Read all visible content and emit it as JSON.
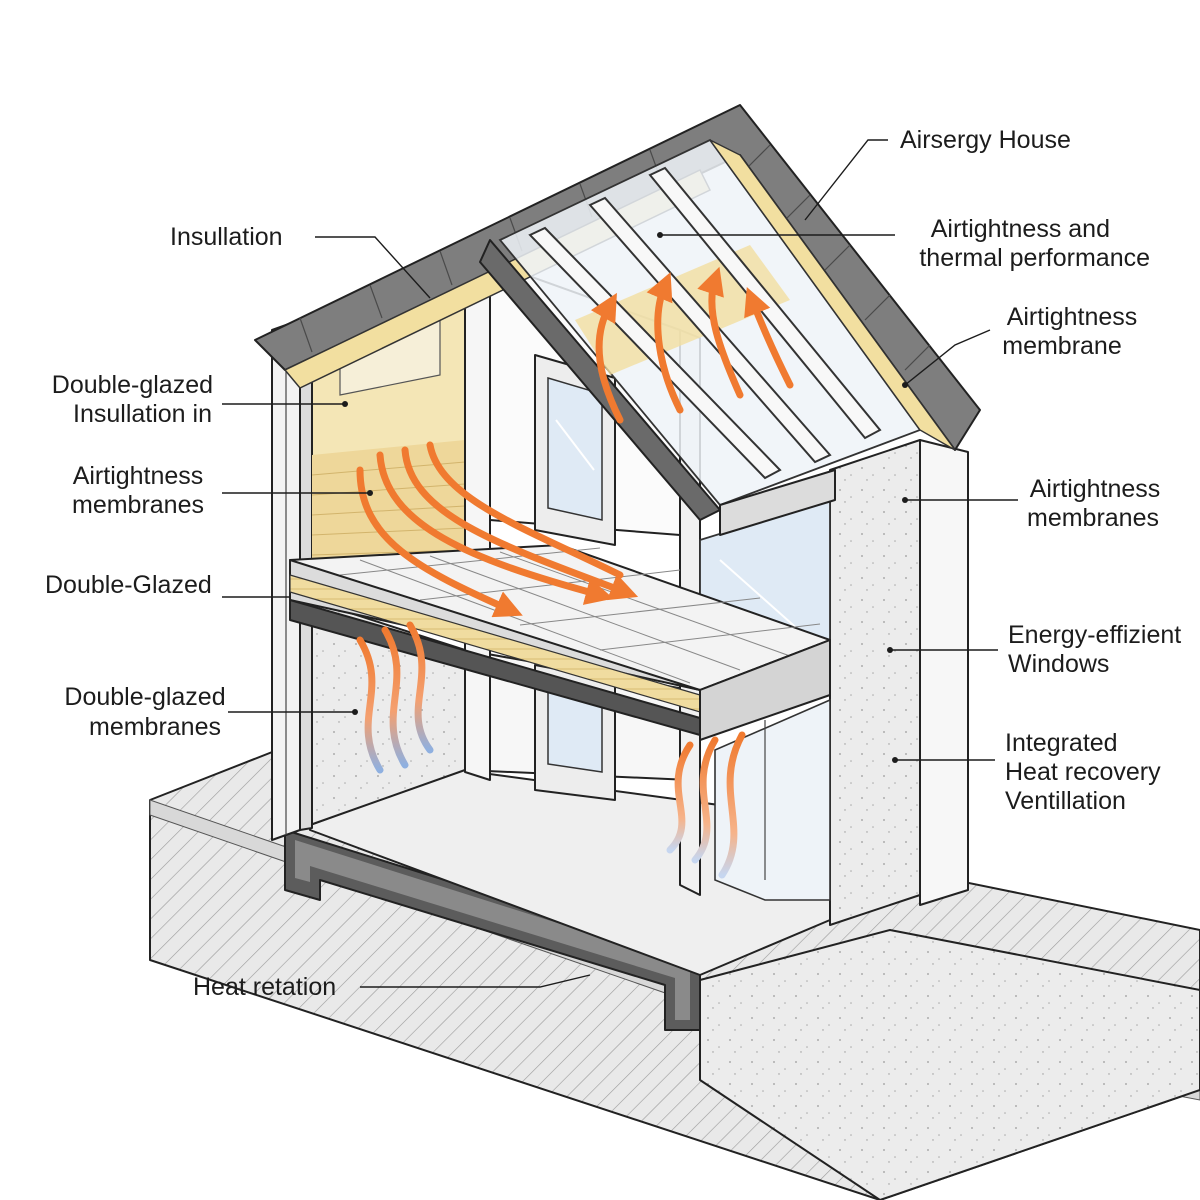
{
  "title": "Airsergy House",
  "labels": {
    "insulation_roof": "Insullation",
    "double_glazed_insulation": [
      "Double-glazed",
      "Insullation in"
    ],
    "airtightness_membranes_left": [
      "Airtightness",
      "membranes"
    ],
    "double_glazed_floor": "Double-Glazed",
    "double_glazed_membranes": [
      "Double-glazed",
      "membranes"
    ],
    "heat_retention": "Heat retation",
    "airtightness_thermal": [
      "Airtightness and",
      "thermal performance"
    ],
    "airtightness_membrane_right": [
      "Airtightness",
      "membrane"
    ],
    "airtightness_membranes_right": [
      "Airtightness",
      "membranes"
    ],
    "energy_windows": [
      "Energy-effizient",
      "Windows"
    ],
    "heat_recovery": [
      "Integrated",
      "Heat recovery",
      "Ventillation"
    ]
  },
  "colors": {
    "insulation": "#f2dfa0",
    "insulation_dark": "#e8c878",
    "warm_air": "#f07a30",
    "cool_air": "#8fb0e0",
    "glass": "#dfeaf5",
    "concrete": "#e6e6e6",
    "roof_tiles": "#8c8c8c",
    "ink": "#222222"
  },
  "icons": [
    "warm-air-arrow",
    "cool-air-flow"
  ]
}
